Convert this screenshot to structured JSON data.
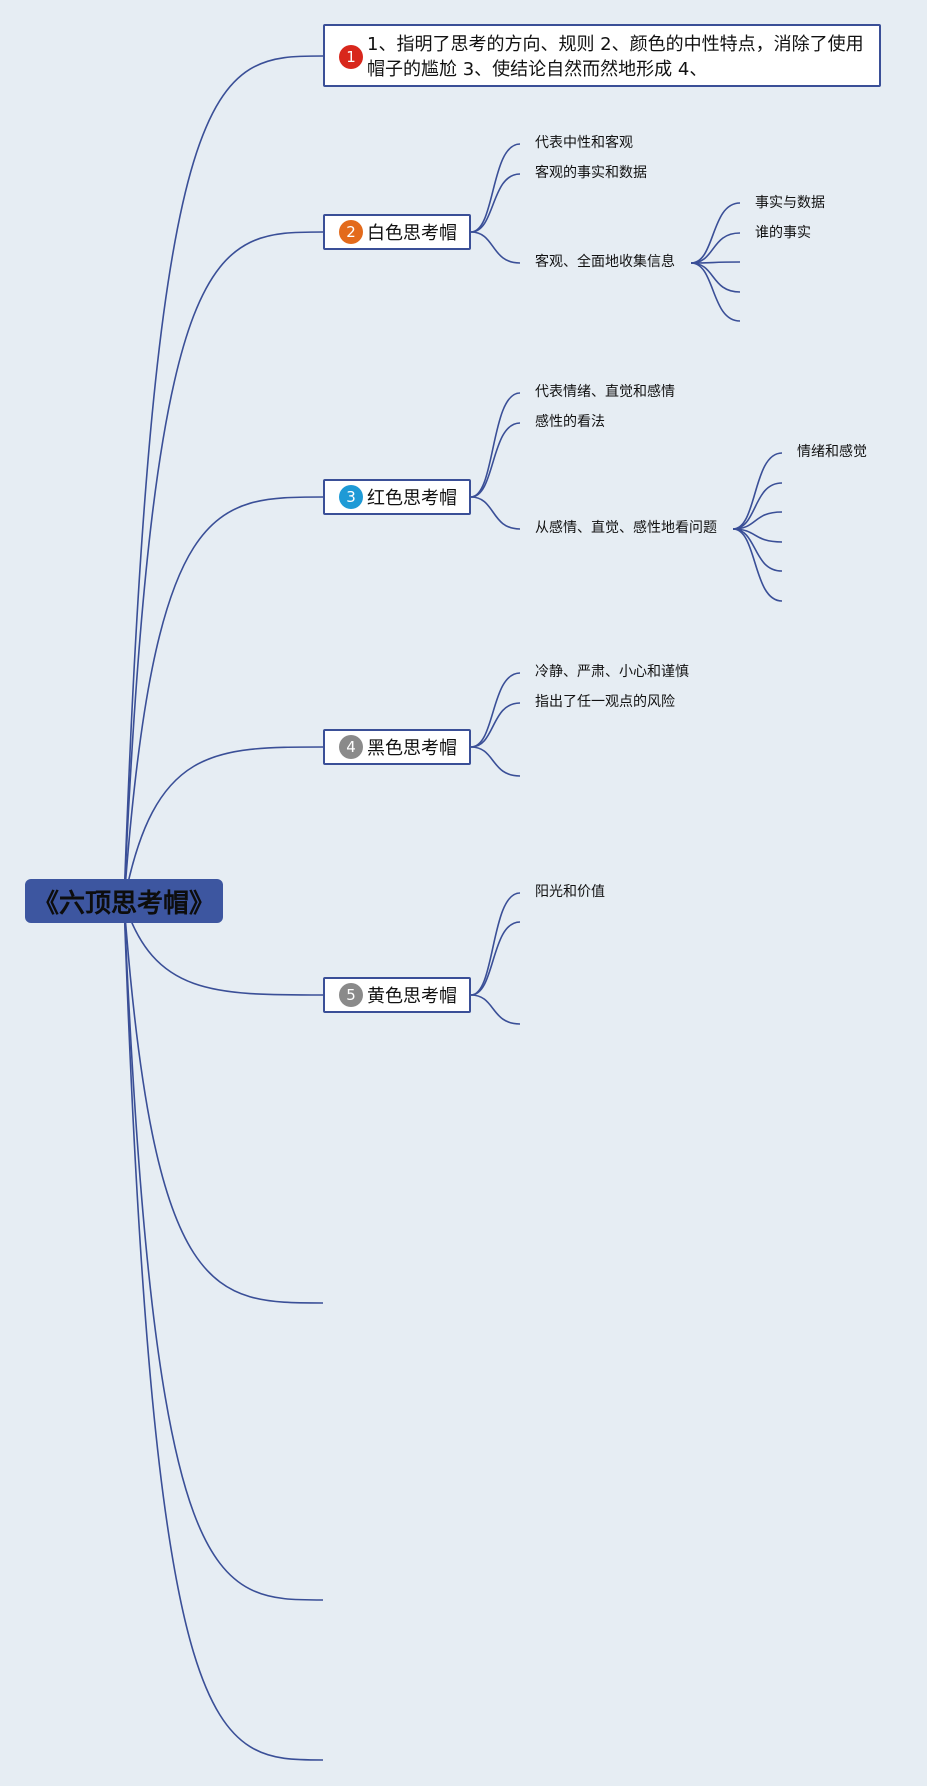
{
  "root": {
    "title": "《六顶思考帽》",
    "color": "#3d56a0"
  },
  "topics": [
    {
      "id": "t1",
      "badge": "1",
      "badge_color": "#d8271c",
      "label": "1、指明了思考的方向、规则 2、颜色的中性特点，消除了使用帽子的尴尬 3、使结论自然而然地形成 4、",
      "children": []
    },
    {
      "id": "t2",
      "badge": "2",
      "badge_color": "#e36a1b",
      "label": "白色思考帽",
      "children": [
        {
          "label": "代表中性和客观",
          "children": []
        },
        {
          "label": "客观的事实和数据",
          "children": []
        },
        {
          "label": "客观、全面地收集信息",
          "children": [
            {
              "label": "事实与数据"
            },
            {
              "label": "谁的事实"
            },
            {
              "label": ""
            },
            {
              "label": ""
            },
            {
              "label": ""
            }
          ]
        }
      ]
    },
    {
      "id": "t3",
      "badge": "3",
      "badge_color": "#1e9ad6",
      "label": "红色思考帽",
      "children": [
        {
          "label": "代表情绪、直觉和感情",
          "children": []
        },
        {
          "label": "感性的看法",
          "children": []
        },
        {
          "label": "从感情、直觉、感性地看问题",
          "children": [
            {
              "label": "情绪和感觉"
            },
            {
              "label": ""
            },
            {
              "label": ""
            },
            {
              "label": ""
            },
            {
              "label": ""
            },
            {
              "label": ""
            }
          ]
        }
      ]
    },
    {
      "id": "t4",
      "badge": "4",
      "badge_color": "#8a8a8a",
      "label": "黑色思考帽",
      "children": [
        {
          "label": "冷静、严肃、小心和谨慎",
          "children": []
        },
        {
          "label": "指出了任一观点的风险",
          "children": []
        },
        {
          "label": "",
          "children": []
        }
      ]
    },
    {
      "id": "t5",
      "badge": "5",
      "badge_color": "#8a8a8a",
      "label": "黄色思考帽",
      "children": [
        {
          "label": "阳光和价值",
          "children": []
        },
        {
          "label": "",
          "children": []
        },
        {
          "label": "",
          "children": []
        }
      ]
    },
    {
      "id": "t6",
      "badge": "",
      "label": "",
      "children": []
    },
    {
      "id": "t7",
      "badge": "",
      "label": "",
      "children": []
    },
    {
      "id": "t8",
      "badge": "",
      "label": "",
      "children": []
    }
  ]
}
